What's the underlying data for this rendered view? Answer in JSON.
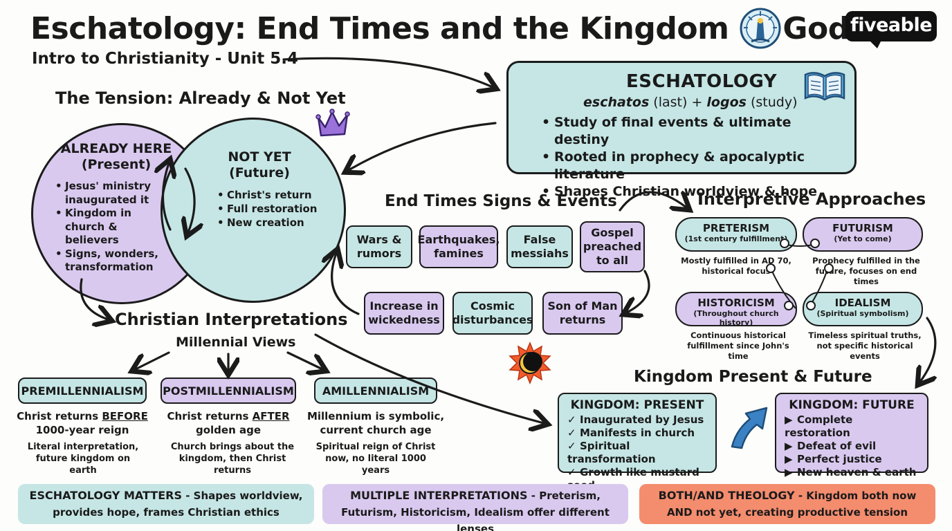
{
  "header": {
    "title": "Eschatology: End Times and the Kingdom of God",
    "subtitle": "Intro to Christianity - Unit 5.4",
    "logo": "fiveable"
  },
  "eschatology": {
    "title": "ESCHATOLOGY",
    "ety_word1": "eschatos",
    "ety_gloss1": " (last) + ",
    "ety_word2": "logos",
    "ety_gloss2": " (study)",
    "bullets": [
      "Study of final events & ultimate destiny",
      "Rooted in prophecy & apocalyptic literature",
      "Shapes Christian worldview & hope"
    ]
  },
  "tension": {
    "title": "The Tension: Already & Not Yet",
    "already": {
      "title": "ALREADY HERE",
      "sub": "(Present)",
      "items": [
        "Jesus' ministry inaugurated it",
        "Kingdom in church & believers",
        "Signs, wonders, transformation"
      ]
    },
    "notyet": {
      "title": "NOT YET",
      "sub": "(Future)",
      "items": [
        "Christ's return",
        "Full restoration",
        "New creation"
      ]
    }
  },
  "end_times": {
    "title": "End Times Signs & Events",
    "signs": [
      "Wars & rumors",
      "Earthquakes, famines",
      "False messiahs",
      "Gospel preached to all",
      "Increase in wickedness",
      "Cosmic disturbances",
      "Son of Man returns"
    ]
  },
  "interpretive": {
    "title": "Interpretive Approaches",
    "approaches": [
      {
        "name": "PRETERISM",
        "sub": "(1st century fulfillment)",
        "desc": "Mostly fulfilled in AD 70, historical focus"
      },
      {
        "name": "FUTURISM",
        "sub": "(Yet to come)",
        "desc": "Prophecy fulfilled in the future, focuses on end times"
      },
      {
        "name": "HISTORICISM",
        "sub": "(Throughout church history)",
        "desc": "Continuous historical fulfillment since John's time"
      },
      {
        "name": "IDEALISM",
        "sub": "(Spiritual symbolism)",
        "desc": "Timeless spiritual truths, not specific historical events"
      }
    ]
  },
  "christian_interp": {
    "title": "Christian Interpretations",
    "subtitle": "Millennial Views",
    "views": [
      {
        "name": "PREMILLENNIALISM",
        "d1a": "Christ returns ",
        "d1b": "BEFORE",
        "d1c": "1000-year reign",
        "d2": "Literal interpretation, future kingdom on earth"
      },
      {
        "name": "POSTMILLENNIALISM",
        "d1a": "Christ returns ",
        "d1b": "AFTER",
        "d1c": "golden age",
        "d2": "Church brings about the kingdom, then Christ returns"
      },
      {
        "name": "AMILLENNIALISM",
        "d1a": "Millennium is symbolic,",
        "d1b": "",
        "d1c": "current church age",
        "d2": "Spiritual reign of Christ now, no literal 1000 years"
      }
    ]
  },
  "kingdom": {
    "title": "Kingdom Present & Future",
    "present": {
      "title": "KINGDOM: PRESENT",
      "marker": "✓",
      "items": [
        "Inaugurated by Jesus",
        "Manifests in church",
        "Spiritual transformation",
        "Growth like mustard seed"
      ]
    },
    "future": {
      "title": "KINGDOM: FUTURE",
      "marker": "▶",
      "items": [
        "Complete restoration",
        "Defeat of evil",
        "Perfect justice",
        "New heaven & earth"
      ]
    }
  },
  "footer": [
    {
      "bold": "ESCHATOLOGY MATTERS",
      "text": " - Shapes worldview,",
      "line2": "provides hope, frames Christian ethics"
    },
    {
      "bold": "MULTIPLE INTERPRETATIONS",
      "text": " - Preterism,",
      "line2": "Futurism, Historicism, Idealism offer different lenses"
    },
    {
      "bold": "BOTH/AND THEOLOGY",
      "text": " - Kingdom both now",
      "line2": "AND not yet, creating productive tension"
    }
  ],
  "colors": {
    "teal": "#c5e6e5",
    "purple": "#d9c9ef",
    "coral": "#f48c6e",
    "ink": "#1b1b1b",
    "crown": "#9b72d9",
    "arrow_blue": "#3b82c4",
    "sun": "#f25c2c"
  },
  "icons": [
    "lighthouse-icon",
    "book-icon",
    "crown-icon",
    "eclipse-icon",
    "upward-arrow-icon"
  ]
}
